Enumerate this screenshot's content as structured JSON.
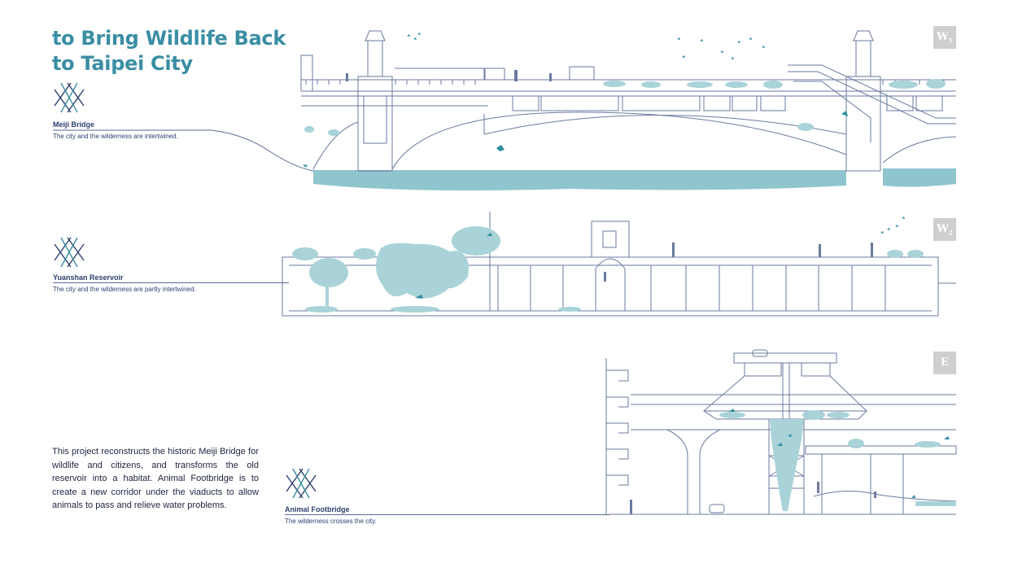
{
  "title": {
    "line1": "to Bring Wildlife Back",
    "line2": "to Taipei City"
  },
  "colors": {
    "accent": "#3a8ea3",
    "navy": "#2c3f6e",
    "line": "#5b6a94",
    "water": "#8fc5cd",
    "foliage": "#a9d3d8",
    "bird": "#2f8fa0",
    "badge": "#cfcfcf"
  },
  "sections": [
    {
      "label": "Meiji Bridge",
      "description": "The city and the wilderness are intertwined.",
      "badge_main": "W",
      "badge_sub": "5",
      "icon": "crossed-x-emblem-icon"
    },
    {
      "label": "Yuanshan Reservoir",
      "description": "The city and the wilderness are partly intertwined.",
      "badge_main": "W",
      "badge_sub": "2",
      "icon": "crossed-x-emblem-icon"
    },
    {
      "label": "Animal Footbridge",
      "description": "The wilderness crosses the city.",
      "badge_main": "E",
      "badge_sub": "",
      "icon": "crossed-x-emblem-icon"
    }
  ],
  "paragraph": "This project reconstructs the historic Meiji Bridge for wildlife and citizens, and transforms the old reservoir into a habitat. Animal Footbridge is to create a new corridor under the viaducts to allow animals to pass and relieve water problems."
}
